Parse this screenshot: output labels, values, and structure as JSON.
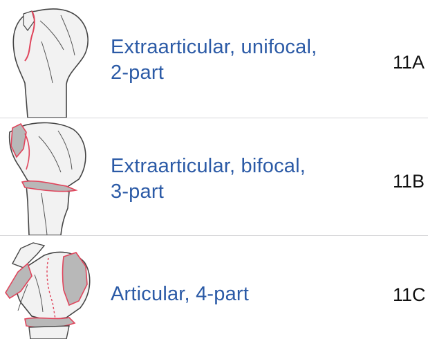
{
  "items": [
    {
      "label_line1": "Extraarticular, unifocal,",
      "label_line2": "2-part",
      "code": "11A",
      "image_icon": "humerus-fracture-2-part-icon"
    },
    {
      "label_line1": "Extraarticular, bifocal,",
      "label_line2": "3-part",
      "code": "11B",
      "image_icon": "humerus-fracture-3-part-icon"
    },
    {
      "label_line1": "Articular, 4-part",
      "label_line2": "",
      "code": "11C",
      "image_icon": "humerus-fracture-4-part-icon"
    }
  ],
  "colors": {
    "label": "#2b5aa6",
    "code": "#111111",
    "bone_fill": "#f2f2f2",
    "bone_outline": "#444444",
    "fracture_line": "#e0455c",
    "fragment_fill": "#b8b8b8",
    "divider": "#d6d6d8"
  }
}
